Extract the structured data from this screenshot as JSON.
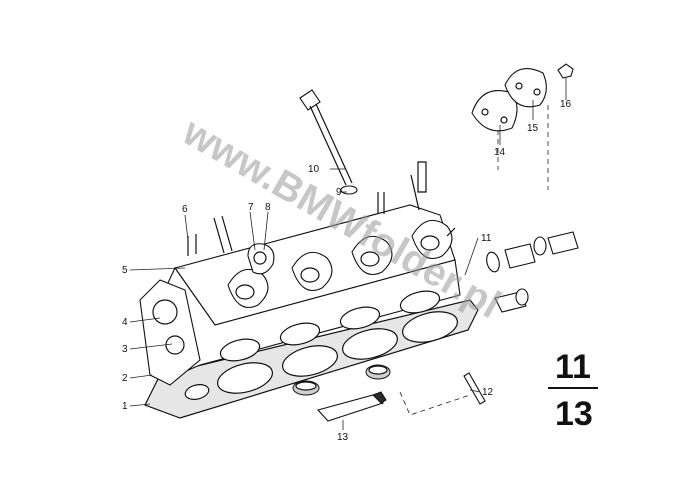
{
  "watermark": "www.BMWfolder.pl",
  "group": {
    "top": "11",
    "bottom": "13"
  },
  "callouts": {
    "p1": "1",
    "p2": "2",
    "p3": "3",
    "p4": "4",
    "p5": "5",
    "p6": "6",
    "p7": "7",
    "p8": "8",
    "p9": "9",
    "p10": "10",
    "p11": "11",
    "p12": "12",
    "p13": "13",
    "p14": "14",
    "p15": "15",
    "p16": "16"
  }
}
